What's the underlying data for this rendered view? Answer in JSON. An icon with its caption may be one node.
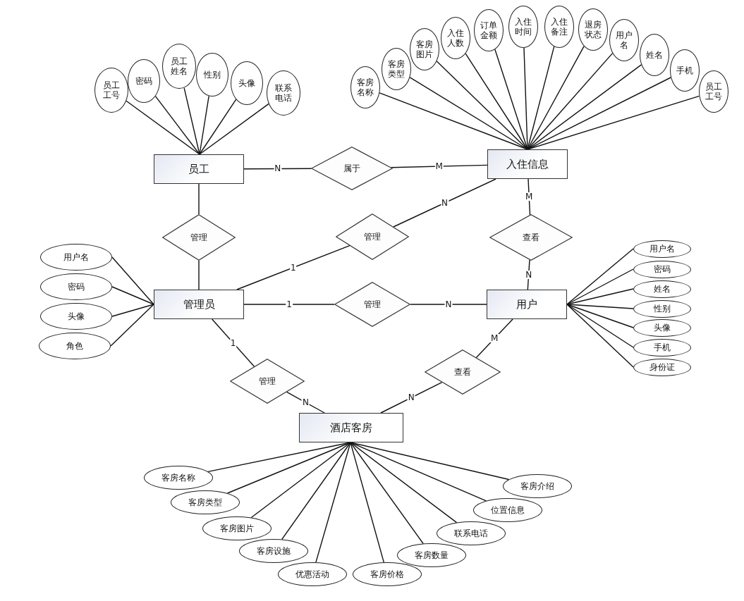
{
  "diagram": {
    "nodes": [
      {
        "text": [
          "员工"
        ]
      },
      {
        "text": [
          "入住信息"
        ]
      },
      {
        "text": [
          "管理员"
        ]
      },
      {
        "text": [
          "用户"
        ]
      },
      {
        "text": [
          "酒店客房"
        ]
      },
      {
        "text": [
          "属于"
        ]
      },
      {
        "text": [
          "管理"
        ]
      },
      {
        "text": [
          "管理"
        ]
      },
      {
        "text": [
          "查看"
        ]
      },
      {
        "text": [
          "管理"
        ]
      },
      {
        "text": [
          "管理"
        ]
      },
      {
        "text": [
          "查看"
        ]
      },
      {
        "text": [
          "员工工号"
        ]
      },
      {
        "text": [
          "密码"
        ]
      },
      {
        "text": [
          "员工姓名"
        ]
      },
      {
        "text": [
          "性别"
        ]
      },
      {
        "text": [
          "头像"
        ]
      },
      {
        "text": [
          "联系电话"
        ]
      },
      {
        "text": [
          "客房名称"
        ]
      },
      {
        "text": [
          "客房类型"
        ]
      },
      {
        "text": [
          "客房图片"
        ]
      },
      {
        "text": [
          "入住人数"
        ]
      },
      {
        "text": [
          "订单金额"
        ]
      },
      {
        "text": [
          "入住时间"
        ]
      },
      {
        "text": [
          "入住备注"
        ]
      },
      {
        "text": [
          "退房状态"
        ]
      },
      {
        "text": [
          "用户名"
        ]
      },
      {
        "text": [
          "姓名"
        ]
      },
      {
        "text": [
          "手机"
        ]
      },
      {
        "text": [
          "员工工号"
        ]
      },
      {
        "text": [
          "用户名"
        ]
      },
      {
        "text": [
          "密码"
        ]
      },
      {
        "text": [
          "头像"
        ]
      },
      {
        "text": [
          "角色"
        ]
      },
      {
        "text": [
          "用户名"
        ]
      },
      {
        "text": [
          "密码"
        ]
      },
      {
        "text": [
          "姓名"
        ]
      },
      {
        "text": [
          "性别"
        ]
      },
      {
        "text": [
          "头像"
        ]
      },
      {
        "text": [
          "手机"
        ]
      },
      {
        "text": [
          "身份证"
        ]
      },
      {
        "text": [
          "客房名称"
        ]
      },
      {
        "text": [
          "客房类型"
        ]
      },
      {
        "text": [
          "客房图片"
        ]
      },
      {
        "text": [
          "客房设施"
        ]
      },
      {
        "text": [
          "优惠活动"
        ]
      },
      {
        "text": [
          "客房价格"
        ]
      },
      {
        "text": [
          "客房数量"
        ]
      },
      {
        "text": [
          "联系电话"
        ]
      },
      {
        "text": [
          "位置信息"
        ]
      },
      {
        "text": [
          "客房介绍"
        ]
      }
    ],
    "edges": [
      {
        "from": 0,
        "to": 5,
        "arrow": "none",
        "label": "N"
      },
      {
        "from": 5,
        "to": 1,
        "arrow": "none",
        "label": "M"
      },
      {
        "from": 0,
        "to": 6,
        "arrow": "none"
      },
      {
        "from": 6,
        "to": 2,
        "arrow": "none"
      },
      {
        "from": 2,
        "to": 7,
        "arrow": "none",
        "label": "1"
      },
      {
        "from": 7,
        "to": 1,
        "arrow": "none",
        "label": "N"
      },
      {
        "from": 1,
        "to": 8,
        "arrow": "none",
        "label": "M"
      },
      {
        "from": 8,
        "to": 3,
        "arrow": "none",
        "label": "N"
      },
      {
        "from": 2,
        "to": 9,
        "arrow": "none",
        "label": "1"
      },
      {
        "from": 9,
        "to": 3,
        "arrow": "none",
        "label": "N"
      },
      {
        "from": 2,
        "to": 10,
        "arrow": "none",
        "label": "1"
      },
      {
        "from": 10,
        "to": 4,
        "arrow": "none",
        "label": "N"
      },
      {
        "from": 4,
        "to": 11,
        "arrow": "none",
        "label": "N"
      },
      {
        "from": 11,
        "to": 3,
        "arrow": "none",
        "label": "M"
      },
      {
        "from": 0,
        "to": 12,
        "arrow": "none"
      },
      {
        "from": 0,
        "to": 13,
        "arrow": "none"
      },
      {
        "from": 0,
        "to": 14,
        "arrow": "none"
      },
      {
        "from": 0,
        "to": 15,
        "arrow": "none"
      },
      {
        "from": 0,
        "to": 16,
        "arrow": "none"
      },
      {
        "from": 0,
        "to": 17,
        "arrow": "none"
      },
      {
        "from": 1,
        "to": 18,
        "arrow": "none"
      },
      {
        "from": 1,
        "to": 19,
        "arrow": "none"
      },
      {
        "from": 1,
        "to": 20,
        "arrow": "none"
      },
      {
        "from": 1,
        "to": 21,
        "arrow": "none"
      },
      {
        "from": 1,
        "to": 22,
        "arrow": "none"
      },
      {
        "from": 1,
        "to": 23,
        "arrow": "none"
      },
      {
        "from": 1,
        "to": 24,
        "arrow": "none"
      },
      {
        "from": 1,
        "to": 25,
        "arrow": "none"
      },
      {
        "from": 1,
        "to": 26,
        "arrow": "none"
      },
      {
        "from": 1,
        "to": 27,
        "arrow": "none"
      },
      {
        "from": 1,
        "to": 28,
        "arrow": "none"
      },
      {
        "from": 1,
        "to": 29,
        "arrow": "none"
      },
      {
        "from": 2,
        "to": 30,
        "arrow": "none"
      },
      {
        "from": 2,
        "to": 31,
        "arrow": "none"
      },
      {
        "from": 2,
        "to": 32,
        "arrow": "none"
      },
      {
        "from": 2,
        "to": 33,
        "arrow": "none"
      },
      {
        "from": 3,
        "to": 34,
        "arrow": "none"
      },
      {
        "from": 3,
        "to": 35,
        "arrow": "none"
      },
      {
        "from": 3,
        "to": 36,
        "arrow": "none"
      },
      {
        "from": 3,
        "to": 37,
        "arrow": "none"
      },
      {
        "from": 3,
        "to": 38,
        "arrow": "none"
      },
      {
        "from": 3,
        "to": 39,
        "arrow": "none"
      },
      {
        "from": 3,
        "to": 40,
        "arrow": "none"
      },
      {
        "from": 4,
        "to": 41,
        "arrow": "none"
      },
      {
        "from": 4,
        "to": 42,
        "arrow": "none"
      },
      {
        "from": 4,
        "to": 43,
        "arrow": "none"
      },
      {
        "from": 4,
        "to": 44,
        "arrow": "none"
      },
      {
        "from": 4,
        "to": 45,
        "arrow": "none"
      },
      {
        "from": 4,
        "to": 46,
        "arrow": "none"
      },
      {
        "from": 4,
        "to": 47,
        "arrow": "none"
      },
      {
        "from": 4,
        "to": 48,
        "arrow": "none"
      },
      {
        "from": 4,
        "to": 49,
        "arrow": "none"
      },
      {
        "from": 4,
        "to": 50,
        "arrow": "none"
      }
    ]
  }
}
